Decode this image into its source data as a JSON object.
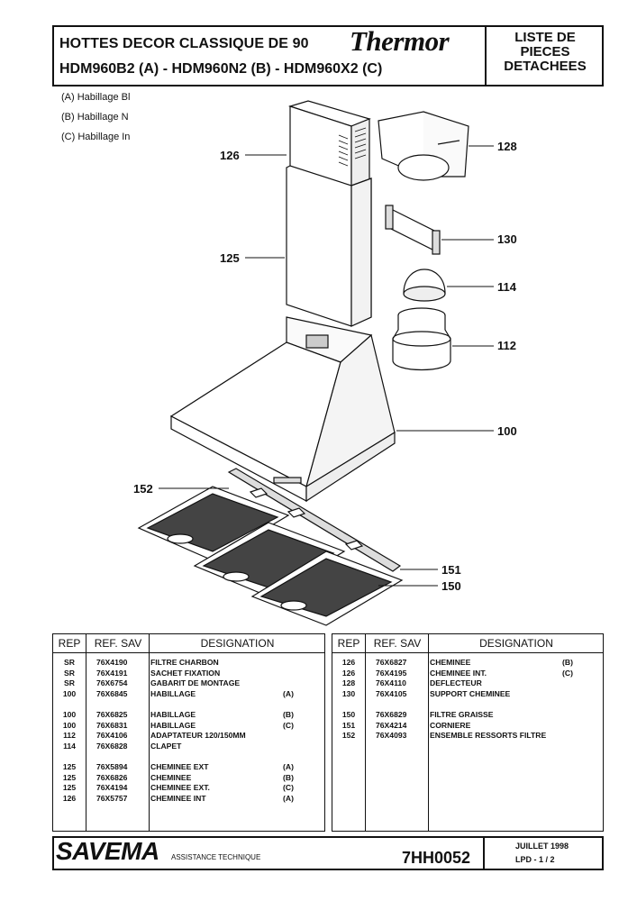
{
  "header": {
    "title_line1": "HOTTES DECOR CLASSIQUE DE 90",
    "title_line2": "HDM960B2 (A) - HDM960N2 (B) - HDM960X2 (C)",
    "brand": "Thermor",
    "doc_type": [
      "LISTE DE",
      "PIECES",
      "DETACHEES"
    ]
  },
  "variants": [
    "(A) Habillage Bl",
    "(B) Habillage N",
    "(C) Habillage In"
  ],
  "diagram_labels": {
    "l126": "126",
    "l125": "125",
    "l128": "128",
    "l130": "130",
    "l114": "114",
    "l112": "112",
    "l100": "100",
    "l152": "152",
    "l151": "151",
    "l150": "150"
  },
  "table_headers": {
    "rep": "REP",
    "ref": "REF. SAV",
    "designation": "DESIGNATION"
  },
  "left_table": [
    {
      "rep": "SR",
      "ref": "76X4190",
      "des": "FILTRE CHARBON",
      "var": ""
    },
    {
      "rep": "SR",
      "ref": "76X4191",
      "des": "SACHET FIXATION",
      "var": ""
    },
    {
      "rep": "SR",
      "ref": "76X6754",
      "des": "GABARIT DE MONTAGE",
      "var": ""
    },
    {
      "rep": "100",
      "ref": "76X6845",
      "des": "HABILLAGE",
      "var": "(A)"
    },
    {
      "rep": "",
      "ref": "",
      "des": "",
      "var": ""
    },
    {
      "rep": "100",
      "ref": "76X6825",
      "des": "HABILLAGE",
      "var": "(B)"
    },
    {
      "rep": "100",
      "ref": "76X6831",
      "des": "HABILLAGE",
      "var": "(C)"
    },
    {
      "rep": "112",
      "ref": "76X4106",
      "des": "ADAPTATEUR 120/150MM",
      "var": ""
    },
    {
      "rep": "114",
      "ref": "76X6828",
      "des": "CLAPET",
      "var": ""
    },
    {
      "rep": "",
      "ref": "",
      "des": "",
      "var": ""
    },
    {
      "rep": "125",
      "ref": "76X5894",
      "des": "CHEMINEE EXT",
      "var": "(A)"
    },
    {
      "rep": "125",
      "ref": "76X6826",
      "des": "CHEMINEE",
      "var": "(B)"
    },
    {
      "rep": "125",
      "ref": "76X4194",
      "des": "CHEMINEE EXT.",
      "var": "(C)"
    },
    {
      "rep": "126",
      "ref": "76X5757",
      "des": "CHEMINEE INT",
      "var": "(A)"
    }
  ],
  "right_table": [
    {
      "rep": "126",
      "ref": "76X6827",
      "des": "CHEMINEE",
      "var": "(B)"
    },
    {
      "rep": "126",
      "ref": "76X4195",
      "des": "CHEMINEE INT.",
      "var": "(C)"
    },
    {
      "rep": "128",
      "ref": "76X4110",
      "des": "DEFLECTEUR",
      "var": ""
    },
    {
      "rep": "130",
      "ref": "76X4105",
      "des": "SUPPORT CHEMINEE",
      "var": ""
    },
    {
      "rep": "",
      "ref": "",
      "des": "",
      "var": ""
    },
    {
      "rep": "150",
      "ref": "76X6829",
      "des": "FILTRE GRAISSE",
      "var": ""
    },
    {
      "rep": "151",
      "ref": "76X4214",
      "des": "CORNIERE",
      "var": ""
    },
    {
      "rep": "152",
      "ref": "76X4093",
      "des": "ENSEMBLE RESSORTS FILTRE",
      "var": ""
    }
  ],
  "footer": {
    "company": "SAVEMA",
    "subtitle": "ASSISTANCE TECHNIQUE",
    "doc_code": "7HH0052",
    "date": "JUILLET 1998",
    "page": "LPD -   1 / 2"
  }
}
